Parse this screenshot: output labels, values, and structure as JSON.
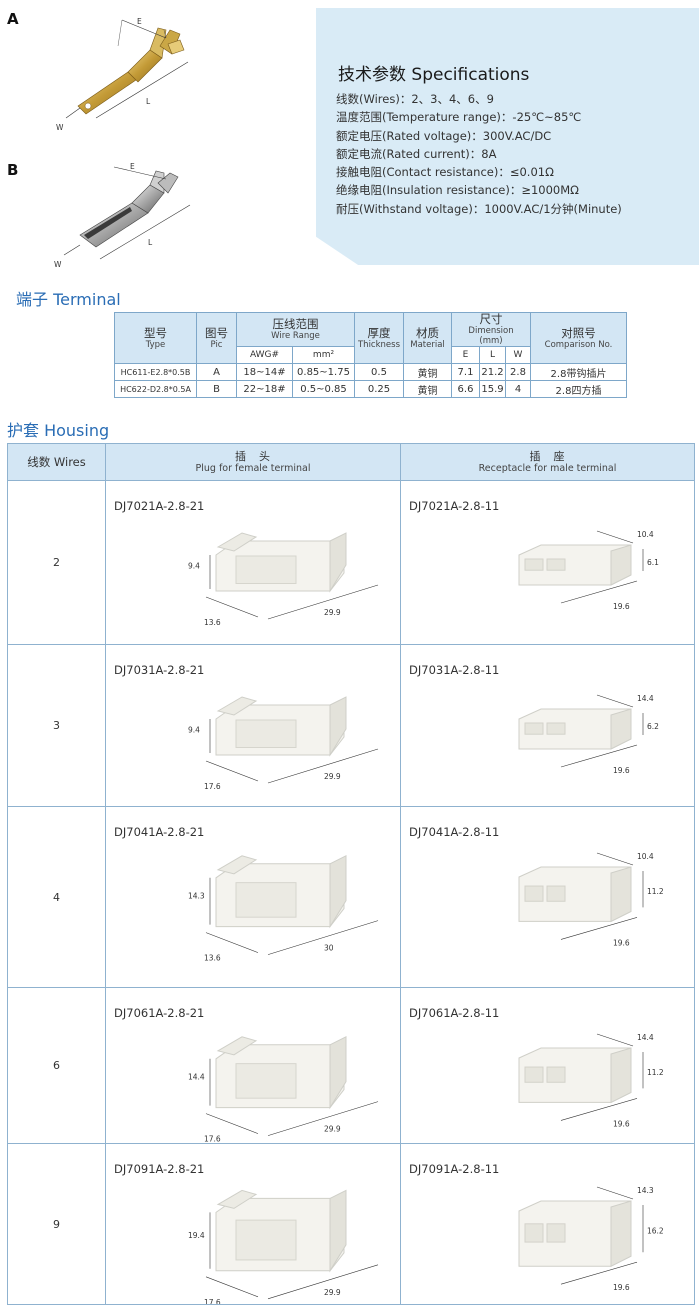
{
  "terminal_figures": [
    {
      "tag": "A",
      "dims": {
        "e": "E",
        "l": "L",
        "w": "W"
      }
    },
    {
      "tag": "B",
      "dims": {
        "e": "E",
        "l": "L",
        "w": "W"
      }
    }
  ],
  "specs": {
    "title": "技术参数 Specifications",
    "items": [
      "线数(Wires)：2、3、4、6、9",
      "温度范围(Temperature range)：-25℃~85℃",
      "额定电压(Rated voltage)：300V.AC/DC",
      "额定电流(Rated current)：8A",
      "接触电阻(Contact resistance)：≤0.01Ω",
      "绝缘电阻(Insulation resistance)：≥1000MΩ",
      "耐压(Withstand voltage)：1000V.AC/1分钟(Minute)"
    ]
  },
  "terminal": {
    "heading": "端子 Terminal",
    "headers": {
      "type_cn": "型号",
      "type_en": "Type",
      "pic_cn": "图号",
      "pic_en": "Pic",
      "wire_cn": "压线范围",
      "wire_en": "Wire Range",
      "awg": "AWG#",
      "mm2": "mm²",
      "thick_cn": "厚度",
      "thick_en": "Thickness",
      "mat_cn": "材质",
      "mat_en": "Material",
      "dim_cn": "尺寸",
      "dim_en": "Dimension",
      "dim_unit": "(mm)",
      "e": "E",
      "l": "L",
      "w": "W",
      "comp_cn": "对照号",
      "comp_en": "Comparison No."
    },
    "rows": [
      {
        "type": "HC611-E2.8*0.5B",
        "pic": "A",
        "awg": "18~14#",
        "mm2": "0.85~1.75",
        "thickness": "0.5",
        "material": "黄铜",
        "e": "7.1",
        "l": "21.2",
        "w": "2.8",
        "comparison": "2.8带钩插片"
      },
      {
        "type": "HC622-D2.8*0.5A",
        "pic": "B",
        "awg": "22~18#",
        "mm2": "0.5~0.85",
        "thickness": "0.25",
        "material": "黄铜",
        "e": "6.6",
        "l": "15.9",
        "w": "4",
        "comparison": "2.8四方插"
      }
    ]
  },
  "housing": {
    "heading": "护套 Housing",
    "headers": {
      "wires": "线数 Wires",
      "plug_cn": "插　头",
      "plug_en": "Plug for female terminal",
      "rec_cn": "插　座",
      "rec_en": "Receptacle for male terminal"
    },
    "rows": [
      {
        "wires": "2",
        "plug": {
          "model": "DJ7021A-2.8-21",
          "h": "9.4",
          "d": "13.6",
          "l": "29.9"
        },
        "rec": {
          "model": "DJ7021A-2.8-11",
          "t": "10.4",
          "h": "6.1",
          "w": "19.6"
        }
      },
      {
        "wires": "3",
        "plug": {
          "model": "DJ7031A-2.8-21",
          "h": "9.4",
          "d": "17.6",
          "l": "29.9"
        },
        "rec": {
          "model": "DJ7031A-2.8-11",
          "t": "14.4",
          "h": "6.2",
          "w": "19.6"
        }
      },
      {
        "wires": "4",
        "plug": {
          "model": "DJ7041A-2.8-21",
          "h": "14.3",
          "d": "13.6",
          "l": "30"
        },
        "rec": {
          "model": "DJ7041A-2.8-11",
          "t": "10.4",
          "h": "11.2",
          "w": "19.6"
        }
      },
      {
        "wires": "6",
        "plug": {
          "model": "DJ7061A-2.8-21",
          "h": "14.4",
          "d": "17.6",
          "l": "29.9"
        },
        "rec": {
          "model": "DJ7061A-2.8-11",
          "t": "14.4",
          "h": "11.2",
          "w": "19.6"
        }
      },
      {
        "wires": "9",
        "plug": {
          "model": "DJ7091A-2.8-21",
          "h": "19.4",
          "d": "17.6",
          "l": "29.9"
        },
        "rec": {
          "model": "DJ7091A-2.8-11",
          "t": "14.3",
          "h": "16.2",
          "w": "19.6"
        }
      }
    ]
  }
}
